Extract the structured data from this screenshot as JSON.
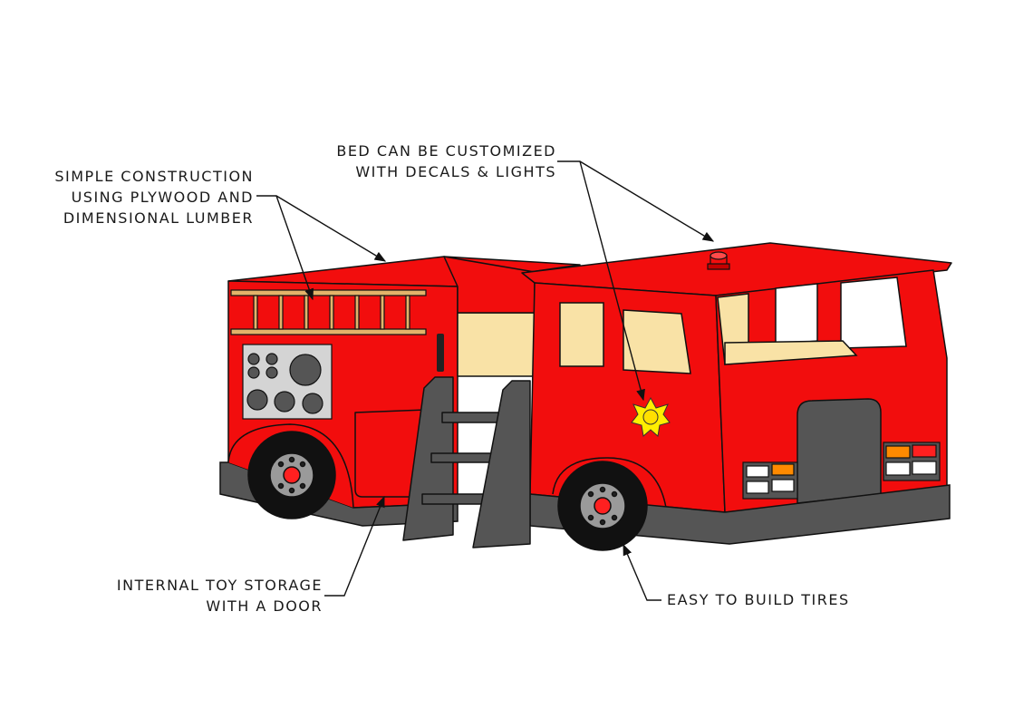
{
  "callouts": {
    "construction": [
      "SIMPLE CONSTRUCTION",
      "USING PLYWOOD AND",
      "DIMENSIONAL LUMBER"
    ],
    "customize": [
      "BED CAN BE CUSTOMIZED",
      "WITH DECALS & LIGHTS"
    ],
    "storage": [
      "INTERNAL TOY STORAGE",
      "WITH A DOOR"
    ],
    "tires": [
      "EASY TO BUILD TIRES"
    ]
  },
  "colors": {
    "body_red": "#f20d0d",
    "body_red_dark": "#d40a0a",
    "floor_yellow": "#f9e2a6",
    "grey": "#555555",
    "panel_grey": "#cfcfcf",
    "ladder_tan": "#e3b36a",
    "badge_yellow": "#ffee00",
    "orange_light": "#ff8a00"
  }
}
